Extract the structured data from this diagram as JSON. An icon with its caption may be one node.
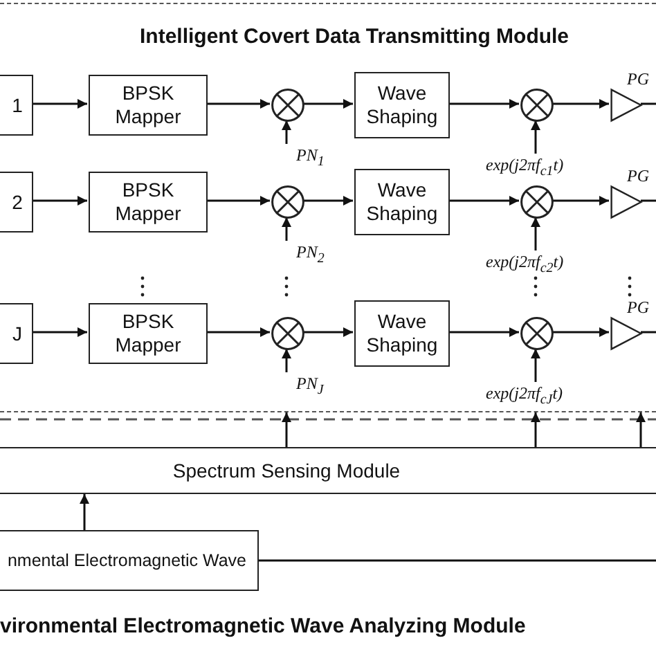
{
  "diagram": {
    "nodes": [
      {
        "text": [
          "Intelligent Covert Data Transmitting Module"
        ]
      },
      {
        "text": [
          "1"
        ],
        "in": 0
      },
      {
        "text": [
          "BPSK Mapper"
        ],
        "in": 0
      },
      {
        "text": [],
        "shape": "circle",
        "in": 0
      },
      {
        "text": [
          "Wave Shaping"
        ],
        "in": 0
      },
      {
        "text": [],
        "shape": "circle",
        "in": 0
      },
      {
        "text": [],
        "shape": "triangle",
        "in": 0,
        "beside": [
          "PG"
        ]
      },
      {
        "text": [
          "PN$_{1}$"
        ],
        "in": 0
      },
      {
        "text": [
          "exp(j2πf$_{c1}$t)"
        ],
        "in": 0
      },
      {
        "text": [
          "2"
        ],
        "in": 0
      },
      {
        "text": [
          "BPSK Mapper"
        ],
        "in": 0
      },
      {
        "text": [],
        "shape": "circle",
        "in": 0
      },
      {
        "text": [
          "Wave Shaping"
        ],
        "in": 0
      },
      {
        "text": [],
        "shape": "circle",
        "in": 0
      },
      {
        "text": [],
        "shape": "triangle",
        "in": 0,
        "beside": [
          "PG"
        ]
      },
      {
        "text": [
          "PN$_{2}$"
        ],
        "in": 0
      },
      {
        "text": [
          "exp(j2πf$_{c2}$t)"
        ],
        "in": 0
      },
      {
        "text": [
          "J"
        ],
        "in": 0
      },
      {
        "text": [
          "BPSK Mapper"
        ],
        "in": 0
      },
      {
        "text": [],
        "shape": "circle",
        "in": 0
      },
      {
        "text": [
          "Wave Shaping"
        ],
        "in": 0
      },
      {
        "text": [],
        "shape": "circle",
        "in": 0
      },
      {
        "text": [],
        "shape": "triangle",
        "in": 0,
        "beside": [
          "PG"
        ]
      },
      {
        "text": [
          "PN$_{J}$"
        ],
        "in": 0
      },
      {
        "text": [
          "exp(j2πf$_{cJ}$t)"
        ],
        "in": 0
      },
      {
        "text": [
          "Spectrum Sensing Module"
        ]
      },
      {
        "text": [
          "nmental Electromagnetic Wave"
        ]
      }
    ],
    "edges": [
      {
        "from": 1,
        "to": 2,
        "arrow": "to"
      },
      {
        "from": 2,
        "to": 3,
        "arrow": "to"
      },
      {
        "from": 3,
        "to": 4,
        "arrow": "to"
      },
      {
        "from": 4,
        "to": 5,
        "arrow": "to"
      },
      {
        "from": 5,
        "to": 6,
        "arrow": "to"
      },
      {
        "from": 6,
        "to": null,
        "arrow": "none"
      },
      {
        "from": 7,
        "to": 3,
        "arrow": "to"
      },
      {
        "from": 8,
        "to": 5,
        "arrow": "to"
      },
      {
        "from": 9,
        "to": 10,
        "arrow": "to"
      },
      {
        "from": 10,
        "to": 11,
        "arrow": "to"
      },
      {
        "from": 11,
        "to": 12,
        "arrow": "to"
      },
      {
        "from": 12,
        "to": 13,
        "arrow": "to"
      },
      {
        "from": 13,
        "to": 14,
        "arrow": "to"
      },
      {
        "from": 14,
        "to": null,
        "arrow": "none"
      },
      {
        "from": 15,
        "to": 11,
        "arrow": "to"
      },
      {
        "from": 16,
        "to": 13,
        "arrow": "to"
      },
      {
        "from": 17,
        "to": 18,
        "arrow": "to"
      },
      {
        "from": 18,
        "to": 19,
        "arrow": "to"
      },
      {
        "from": 19,
        "to": 20,
        "arrow": "to"
      },
      {
        "from": 20,
        "to": 21,
        "arrow": "to"
      },
      {
        "from": 21,
        "to": 22,
        "arrow": "to"
      },
      {
        "from": 22,
        "to": null,
        "arrow": "none"
      },
      {
        "from": 23,
        "to": 19,
        "arrow": "to"
      },
      {
        "from": 24,
        "to": 21,
        "arrow": "to"
      },
      {
        "from": 25,
        "to": 0,
        "arrow": "to"
      },
      {
        "from": 25,
        "to": 0,
        "arrow": "to"
      },
      {
        "from": 25,
        "to": 0,
        "arrow": "to"
      },
      {
        "from": 26,
        "to": 25,
        "arrow": "to"
      },
      {
        "from": 26,
        "to": null,
        "arrow": "none"
      }
    ],
    "labels": [
      "vironmental Electromagnetic Wave Analyzing Module"
    ]
  }
}
